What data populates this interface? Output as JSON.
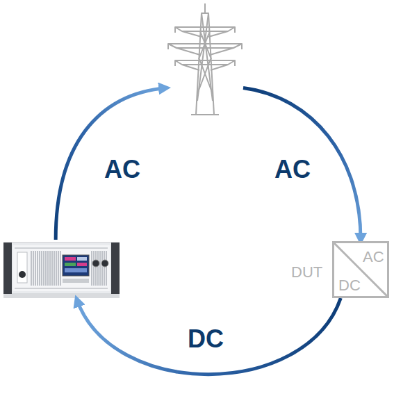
{
  "diagram": {
    "nodes": [
      {
        "text": []
      },
      {
        "text": [
          "DUT",
          "AC",
          "DC"
        ]
      },
      {
        "text": []
      }
    ],
    "edges": [
      {
        "from": 0,
        "to": 1,
        "label": "AC",
        "arrow": "to"
      },
      {
        "from": 1,
        "to": 2,
        "label": "DC",
        "arrow": "to"
      },
      {
        "from": 2,
        "to": 0,
        "label": "AC",
        "arrow": "to"
      }
    ]
  }
}
